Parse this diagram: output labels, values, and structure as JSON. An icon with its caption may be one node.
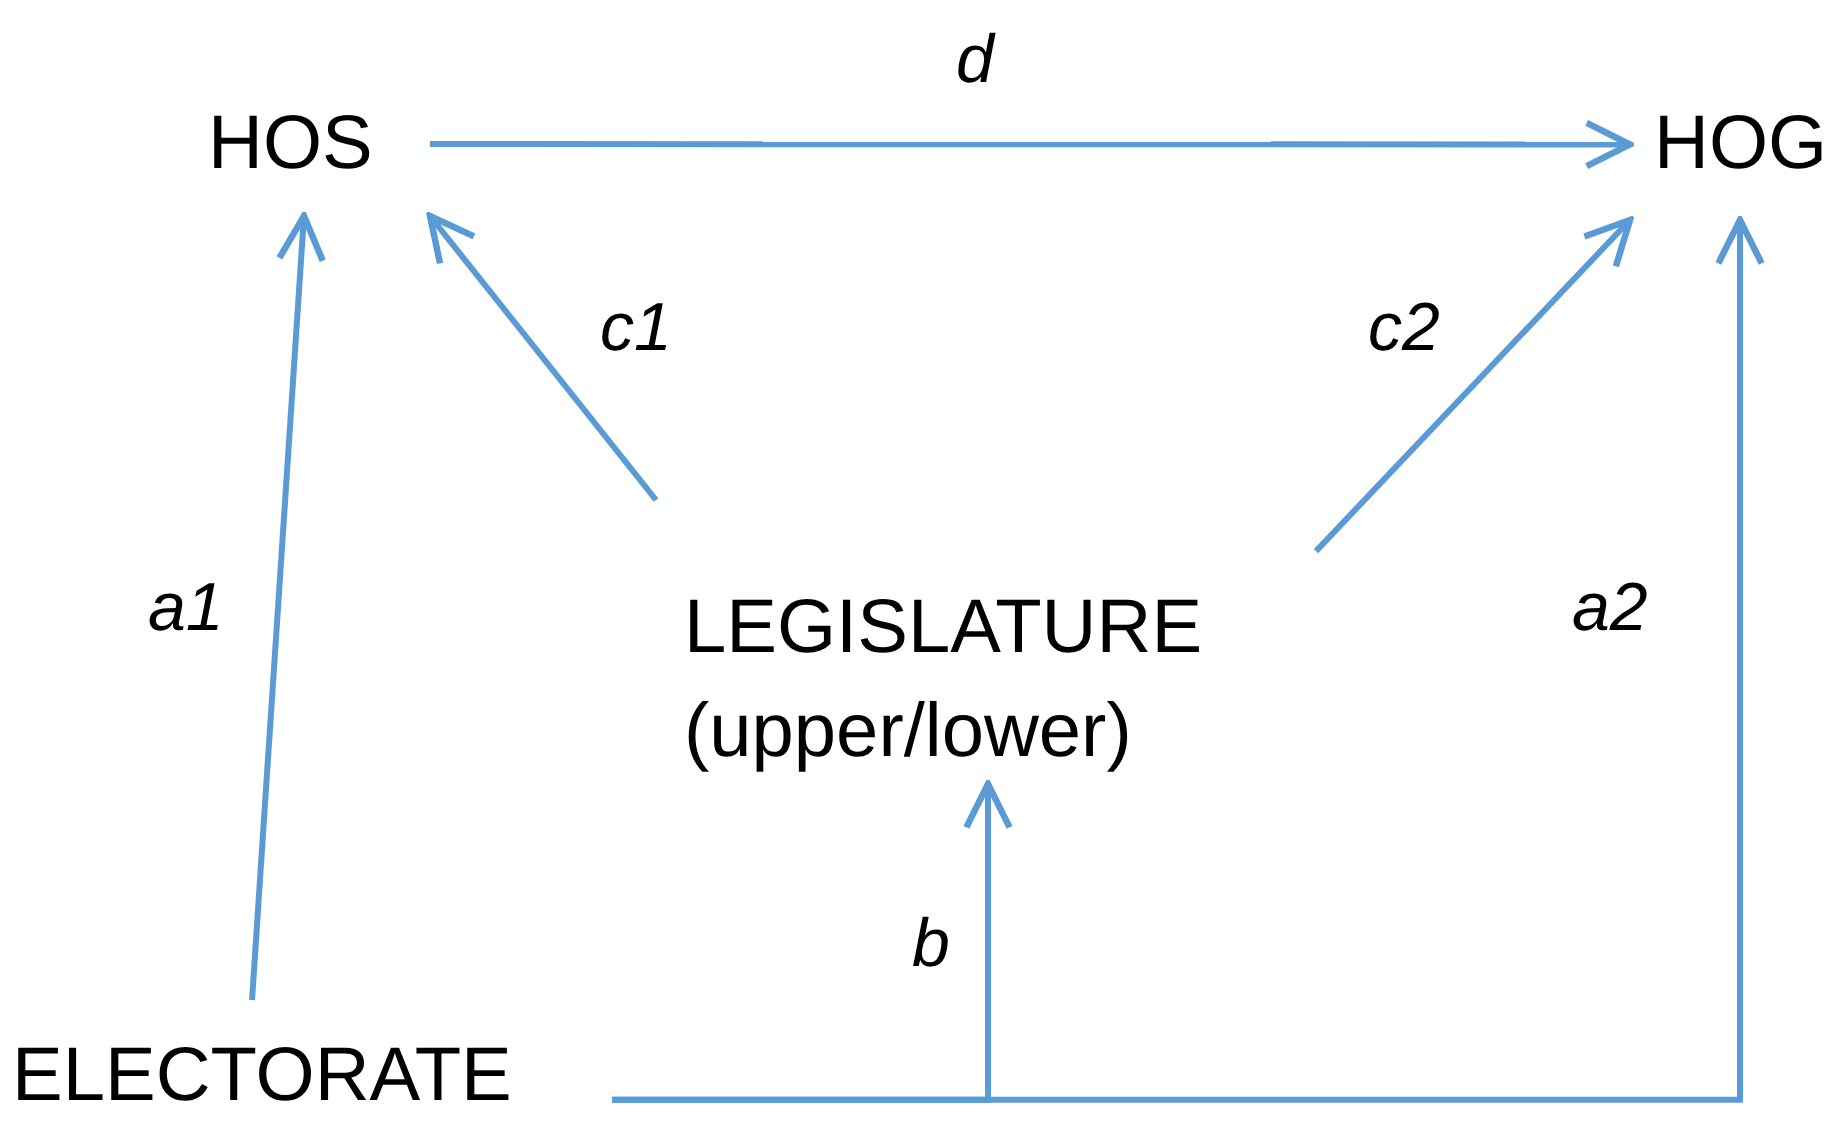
{
  "diagram": {
    "nodes": [
      {
        "text": [
          "HOS"
        ]
      },
      {
        "text": [
          "HOG"
        ]
      },
      {
        "text": [
          "LEGISLATURE (upper/lower)"
        ]
      },
      {
        "text": [
          "ELECTORATE"
        ]
      }
    ],
    "edges": [
      {
        "from": 0,
        "to": 1,
        "arrow": "to",
        "label": "d"
      },
      {
        "from": 2,
        "to": 0,
        "arrow": "to",
        "label": "c1"
      },
      {
        "from": 2,
        "to": 1,
        "arrow": "to",
        "label": "c2"
      },
      {
        "from": 3,
        "to": 0,
        "arrow": "to",
        "label": "a1"
      },
      {
        "from": 3,
        "to": 2,
        "arrow": "to",
        "label": "b"
      },
      {
        "from": 3,
        "to": 1,
        "arrow": "to",
        "label": "a2"
      }
    ]
  }
}
